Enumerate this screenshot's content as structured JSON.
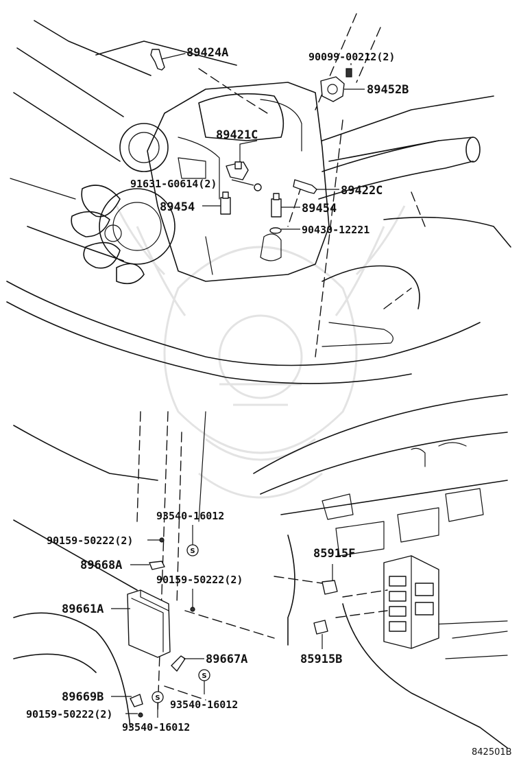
{
  "figure_code": "842501B",
  "watermark_icon": "samurai-helmet-icon",
  "labels": {
    "p89424A": "89424A",
    "p90099": "90099-00212(2)",
    "p89452B": "89452B",
    "p89421C": "89421C",
    "p91631": "91631-G0614(2)",
    "p89422C": "89422C",
    "p89454_left": "89454",
    "p89454_right": "89454",
    "p90430": "90430-12221",
    "p93540_top": "93540-16012",
    "p90159_top": "90159-50222(2)",
    "p89668A": "89668A",
    "p90159_mid": "90159-50222(2)",
    "p85915F": "85915F",
    "p89661A": "89661A",
    "p89667A": "89667A",
    "p85915B": "85915B",
    "p89669B": "89669B",
    "p90159_bot": "90159-50222(2)",
    "p93540_mid": "93540-16012",
    "p93540_bot": "93540-16012",
    "s_marker": "S"
  }
}
